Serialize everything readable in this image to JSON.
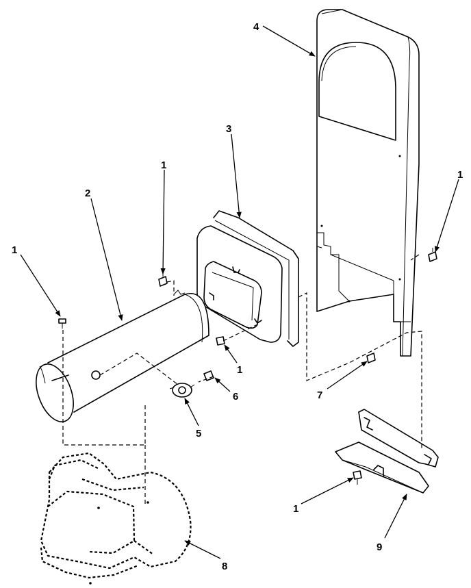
{
  "callouts": [
    {
      "id": "c1a",
      "text": "1"
    },
    {
      "id": "c2",
      "text": "2"
    },
    {
      "id": "c1b",
      "text": "1"
    },
    {
      "id": "c3",
      "text": "3"
    },
    {
      "id": "c4",
      "text": "4"
    },
    {
      "id": "c1c",
      "text": "1"
    },
    {
      "id": "c1d",
      "text": "1"
    },
    {
      "id": "c6",
      "text": "6"
    },
    {
      "id": "c5",
      "text": "5"
    },
    {
      "id": "c7",
      "text": "7"
    },
    {
      "id": "c1e",
      "text": "1"
    },
    {
      "id": "c9",
      "text": "9"
    },
    {
      "id": "c8",
      "text": "8"
    }
  ]
}
